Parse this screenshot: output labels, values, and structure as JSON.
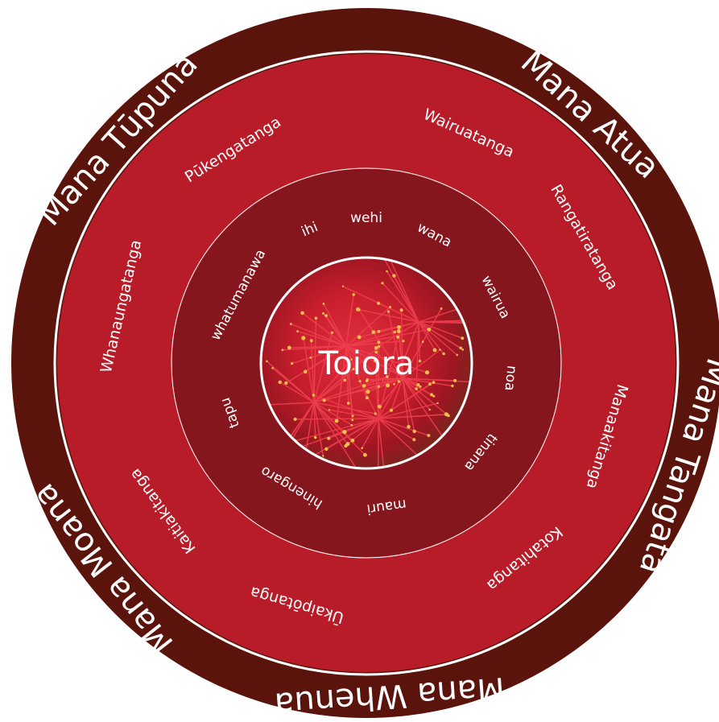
{
  "center": {
    "label": "Toiora"
  },
  "outer_ring": [
    {
      "label": "Mana Tūpuna",
      "angle": -48
    },
    {
      "label": "Mana Atua",
      "angle": 42
    },
    {
      "label": "Mana Tangata",
      "angle": 108
    },
    {
      "label": "Mana Whenua",
      "angle": 176
    },
    {
      "label": "Mana Moana",
      "angle": 232
    }
  ],
  "middle_ring": [
    {
      "label": "Pūkengatanga",
      "angle": -32
    },
    {
      "label": "Wairuatanga",
      "angle": 24
    },
    {
      "label": "Rangatiratanga",
      "angle": 60
    },
    {
      "label": "Manaakitanga",
      "angle": 107
    },
    {
      "label": "Kotahitanga",
      "angle": 141
    },
    {
      "label": "Ūkaipōtanga",
      "angle": 196
    },
    {
      "label": "Kaitiakitanga",
      "angle": 234
    },
    {
      "label": "Whanaungatanga",
      "angle": 283
    }
  ],
  "inner_ring": [
    {
      "label": "wehi",
      "angle": 0
    },
    {
      "label": "wana",
      "angle": 28
    },
    {
      "label": "wairua",
      "angle": 63
    },
    {
      "label": "noa",
      "angle": 96
    },
    {
      "label": "tinana",
      "angle": 128
    },
    {
      "label": "mauri",
      "angle": 172
    },
    {
      "label": "hinengaro",
      "angle": 211
    },
    {
      "label": "tapu",
      "angle": 250
    },
    {
      "label": "whatumanawa",
      "angle": 298
    },
    {
      "label": "ihi",
      "angle": 337
    }
  ],
  "colors": {
    "outer": "#5a140b",
    "middle": "#b81c28",
    "inner": "#86161e",
    "line": "#ffffff"
  }
}
